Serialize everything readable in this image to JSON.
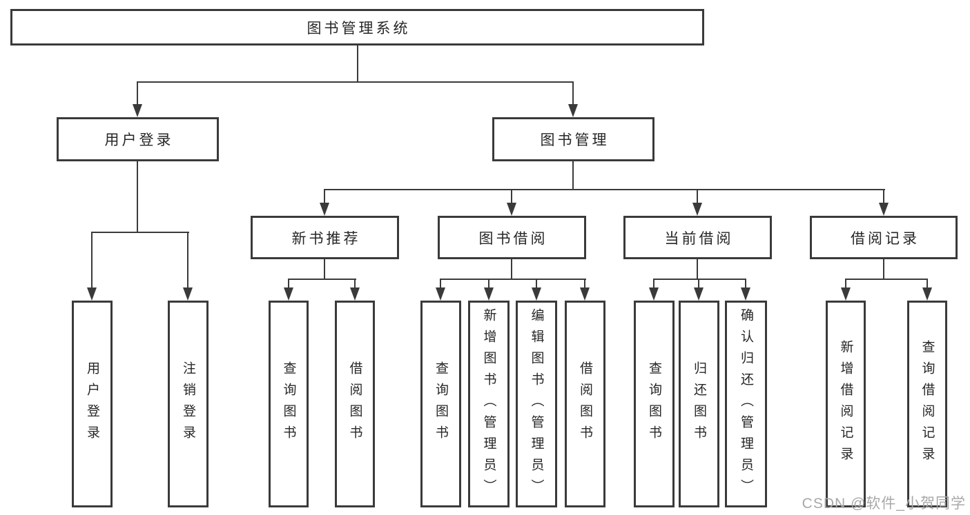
{
  "diagram": {
    "root": {
      "label": "图书管理系统"
    },
    "branches": [
      {
        "label": "用户登录",
        "children": [
          {
            "label": "用户登录"
          },
          {
            "label": "注销登录"
          }
        ]
      },
      {
        "label": "图书管理",
        "children": [
          {
            "label": "新书推荐",
            "children": [
              {
                "label": "查询图书"
              },
              {
                "label": "借阅图书"
              }
            ]
          },
          {
            "label": "图书借阅",
            "children": [
              {
                "label": "查询图书"
              },
              {
                "label": "新增图书（管理员）"
              },
              {
                "label": "编辑图书（管理员）"
              },
              {
                "label": "借阅图书"
              }
            ]
          },
          {
            "label": "当前借阅",
            "children": [
              {
                "label": "查询图书"
              },
              {
                "label": "归还图书"
              },
              {
                "label": "确认归还（管理员）"
              }
            ]
          },
          {
            "label": "借阅记录",
            "children": [
              {
                "label": "新增借阅记录"
              },
              {
                "label": "查询借阅记录"
              }
            ]
          }
        ]
      }
    ],
    "colors": {
      "line": "#3a3a3a",
      "box_border": "#3a3a3a",
      "text": "#262626",
      "background": "#ffffff",
      "watermark": "#a8a8a8"
    }
  },
  "watermark": {
    "text": "CSDN @软件_小贺同学"
  }
}
